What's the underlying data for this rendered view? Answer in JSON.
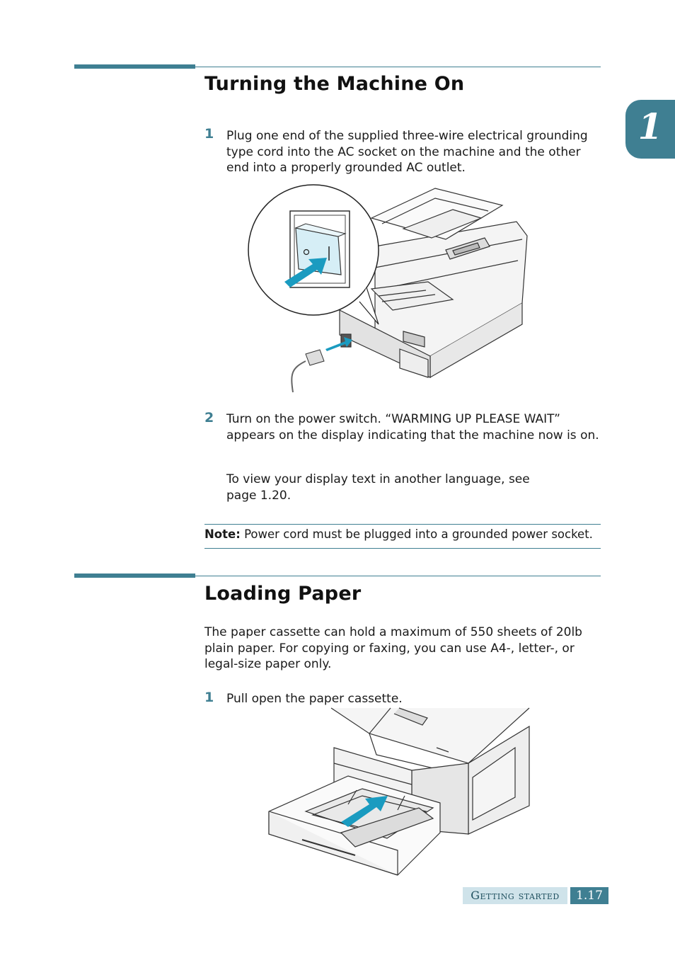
{
  "chapter_tab": {
    "number": "1"
  },
  "section_power": {
    "title": "Turning the Machine On",
    "step1_num": "1",
    "step1_text": "Plug one end of the supplied three-wire electrical grounding type cord into the AC socket on the machine and the other end into a properly grounded AC outlet.",
    "figure1_icon": "power-switch-and-cord-illustration",
    "step2_num": "2",
    "step2_text": "Turn on the power switch. “WARMING UP PLEASE WAIT” appears on the display indicating that the machine now is on.",
    "step2_extra": "To view your display text in another language, see page 1.20.",
    "note_label": "Note:",
    "note_text": " Power cord must be plugged into a grounded power socket."
  },
  "section_paper": {
    "title": "Loading Paper",
    "intro": "The paper cassette can hold a maximum of 550 sheets of 20lb plain paper. For copying or faxing, you can use A4-, letter-, or legal-size paper only.",
    "step1_num": "1",
    "step1_text": "Pull open the paper cassette.",
    "figure2_icon": "paper-cassette-open-illustration"
  },
  "footer": {
    "section_label": "Getting started",
    "page_number": "1.17"
  },
  "colors": {
    "accent": "#3f7f92",
    "footer_light": "#cfe3ea",
    "arrow": "#1a9bc0"
  }
}
